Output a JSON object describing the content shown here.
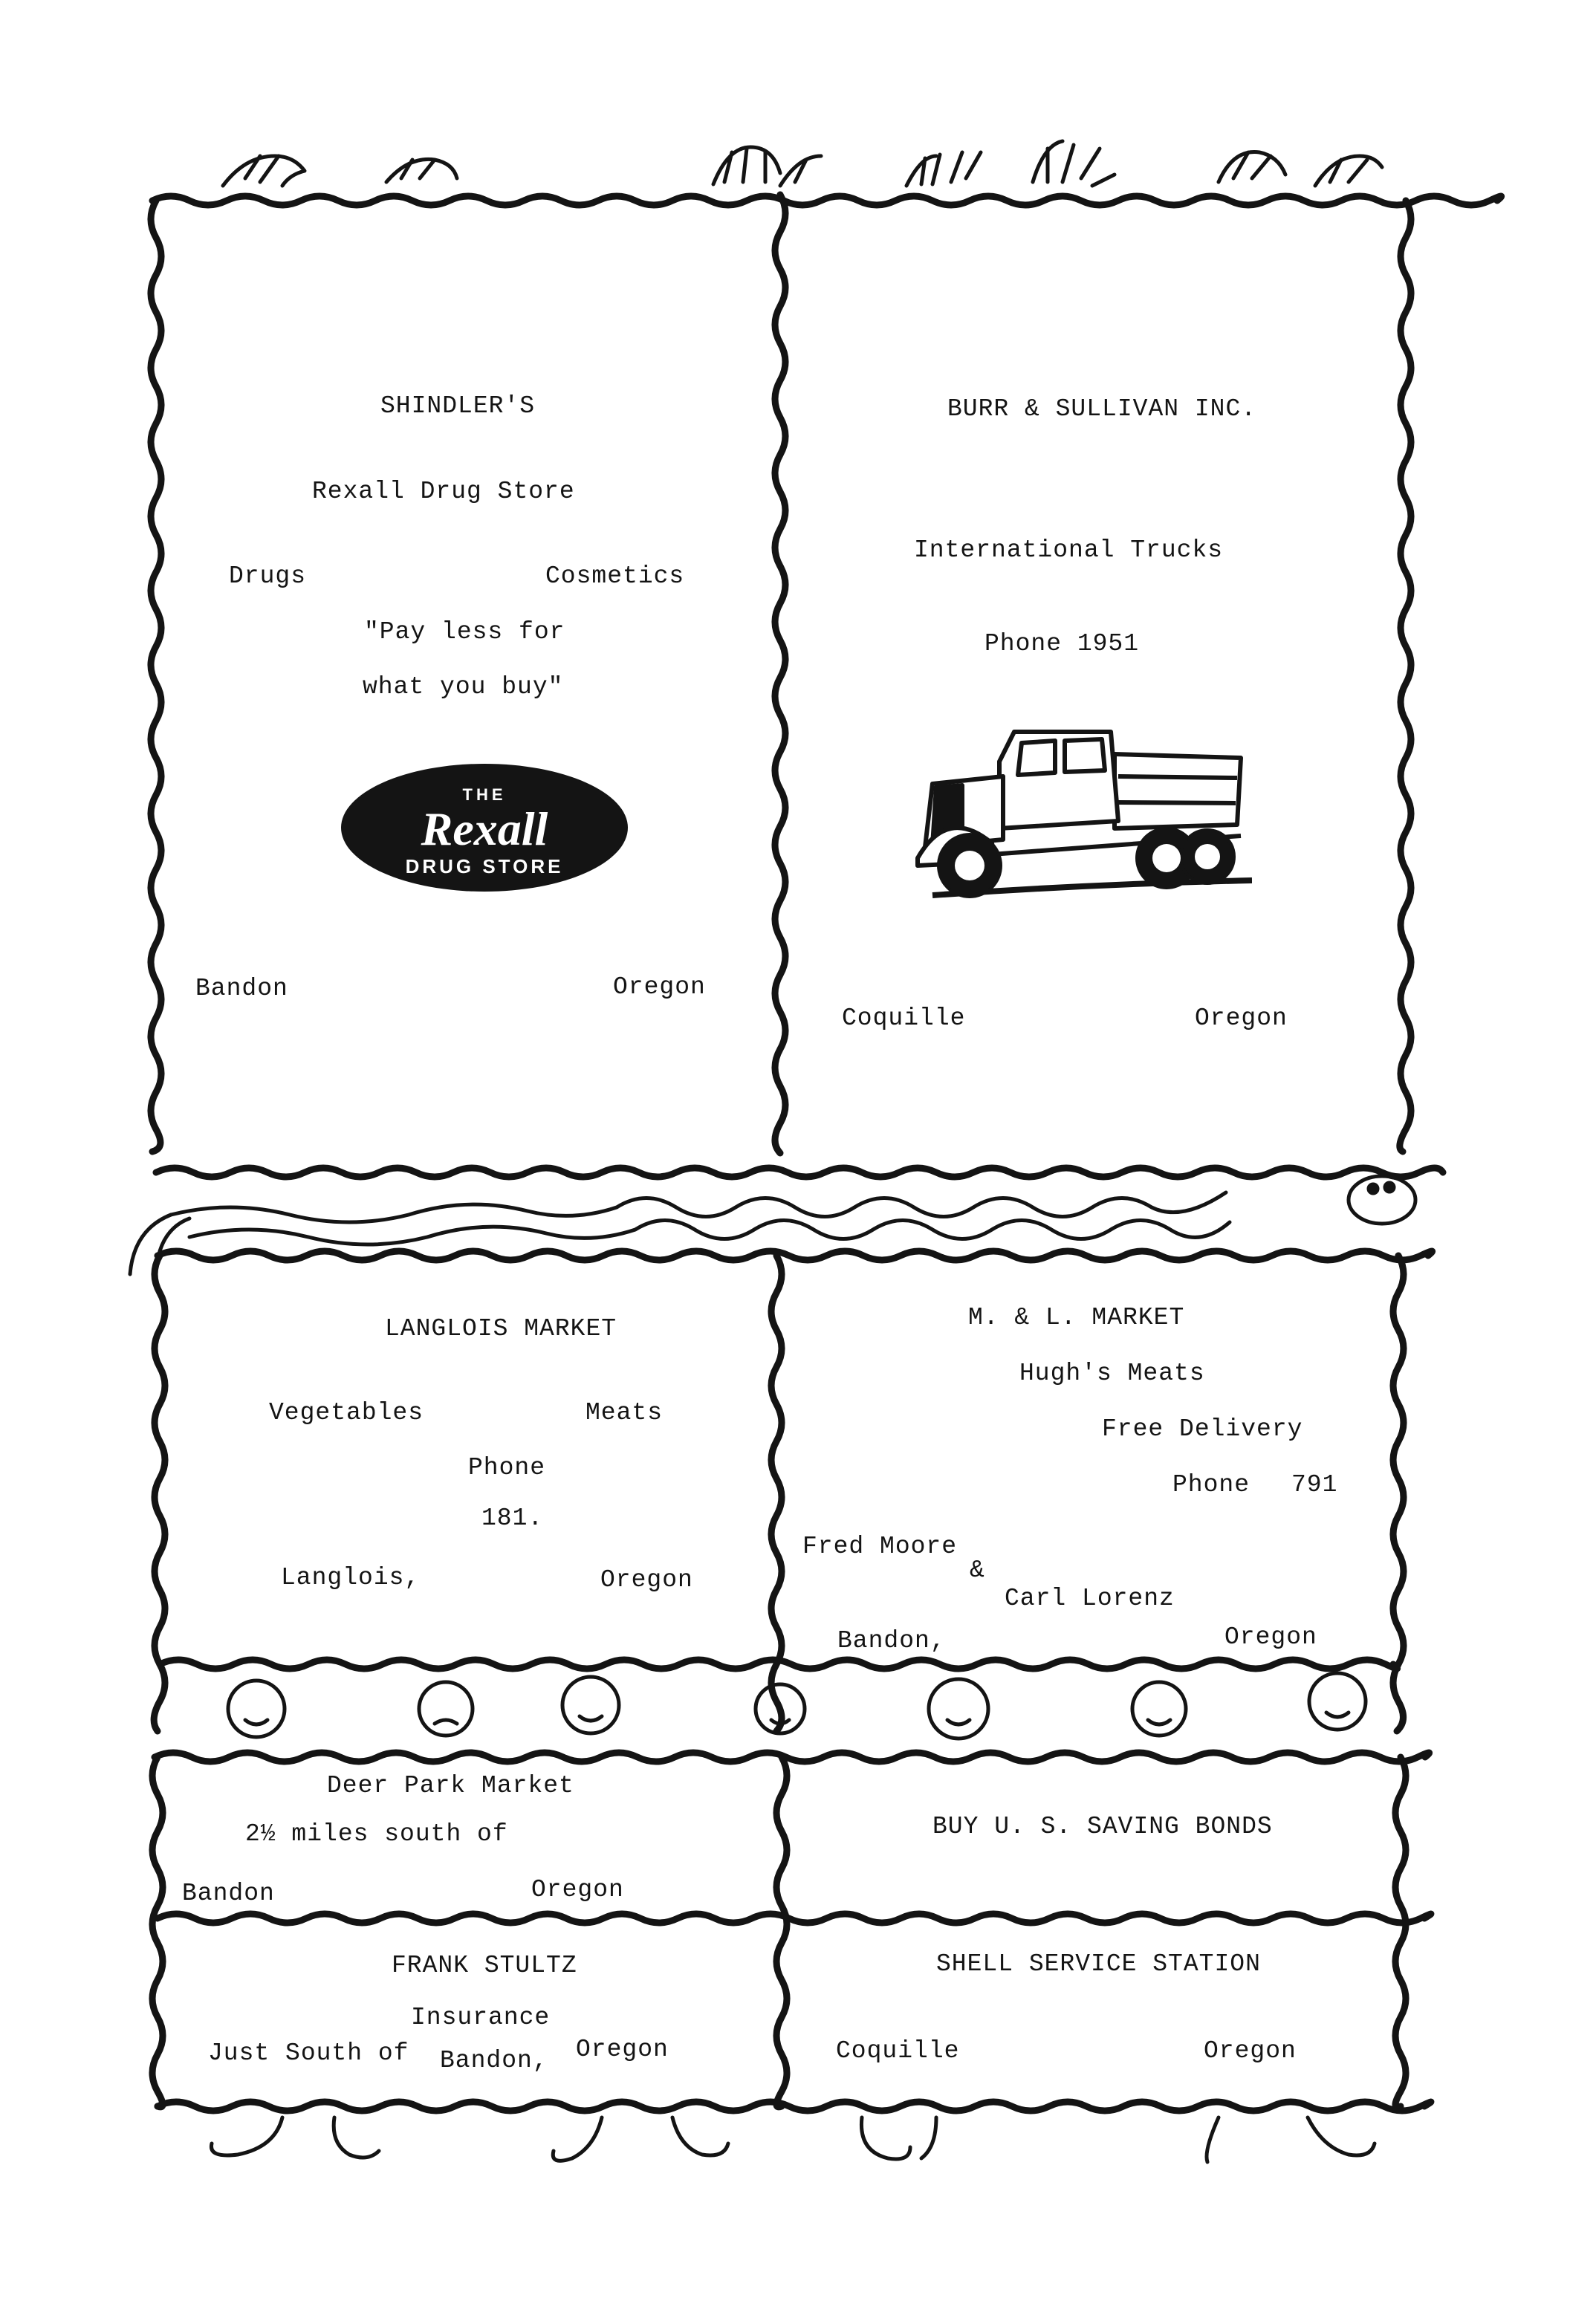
{
  "ads": {
    "shindlers": {
      "name": "SHINDLER'S",
      "subtitle": "Rexall Drug Store",
      "left_item": "Drugs",
      "right_item": "Cosmetics",
      "slogan_line1": "\"Pay less for",
      "slogan_line2": "what you buy\"",
      "city": "Bandon",
      "state": "Oregon",
      "logo": {
        "top": "THE",
        "brand": "Rexall",
        "bottom": "DRUG STORE"
      }
    },
    "burr_sullivan": {
      "name": "BURR & SULLIVAN INC.",
      "line1": "International Trucks",
      "phone": "Phone 1951",
      "city": "Coquille",
      "state": "Oregon",
      "icon": "dump-truck-icon"
    },
    "langlois_market": {
      "name": "LANGLOIS MARKET",
      "left_item": "Vegetables",
      "right_item": "Meats",
      "phone_label": "Phone",
      "phone_number": "181.",
      "city": "Langlois,",
      "state": "Oregon"
    },
    "ml_market": {
      "name": "M. & L. MARKET",
      "line1": "Hugh's Meats",
      "line2": "Free Delivery",
      "phone_label": "Phone",
      "phone_number": "791",
      "owner1": "Fred Moore",
      "amp": "&",
      "owner2": "Carl Lorenz",
      "city": "Bandon,",
      "state": "Oregon"
    },
    "deer_park": {
      "name": "Deer Park Market",
      "line1": "2½ miles south of",
      "city": "Bandon",
      "state": "Oregon"
    },
    "bonds": {
      "text": "BUY U. S. SAVING BONDS"
    },
    "frank_stultz": {
      "name": "FRANK STULTZ",
      "line1": "Insurance",
      "line2_a": "Just South of",
      "line2_b": "Bandon,",
      "state": "Oregon"
    },
    "shell": {
      "name": "SHELL SERVICE STATION",
      "city": "Coquille",
      "state": "Oregon"
    }
  },
  "decorations": {
    "top": "hands-icon",
    "middle": "snake-icon",
    "lower": "faces-icon",
    "bottom": "feet-icon"
  },
  "colors": {
    "ink": "#141414",
    "paper": "#ffffff"
  }
}
